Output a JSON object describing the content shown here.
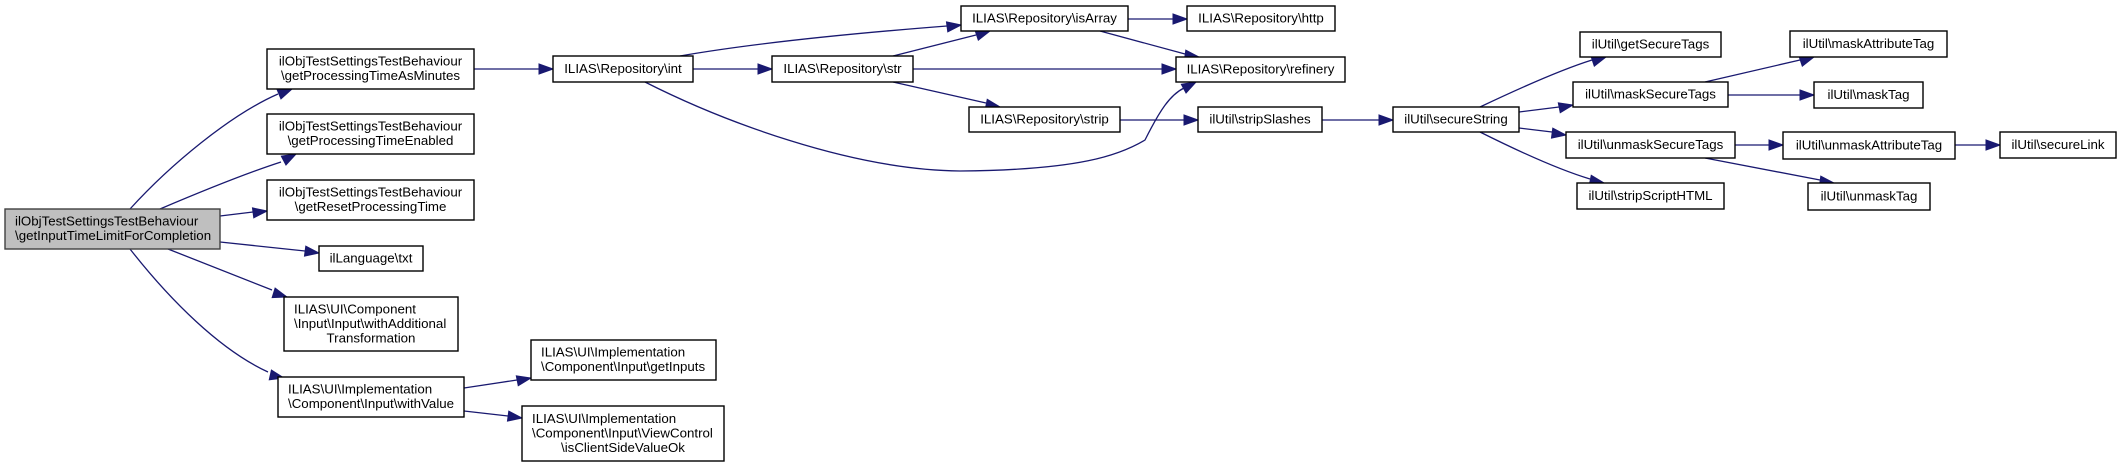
{
  "title": "Call graph of ilObjTestSettingsTestBehaviour::getInputTimeLimitForCompletion",
  "colors": {
    "edge": "#191970",
    "root_fill": "#bfbfbf",
    "node_fill": "#ffffff",
    "node_border": "#000000"
  },
  "nodes": [
    {
      "id": "root",
      "root": true,
      "lines": [
        "ilObjTestSettingsTestBehaviour",
        "\\getInputTimeLimitForCompletion"
      ],
      "align": "left"
    },
    {
      "id": "getProcessingTimeAsMinutes",
      "lines": [
        "ilObjTestSettingsTestBehaviour",
        "\\getProcessingTimeAsMinutes"
      ]
    },
    {
      "id": "getProcessingTimeEnabled",
      "lines": [
        "ilObjTestSettingsTestBehaviour",
        "\\getProcessingTimeEnabled"
      ]
    },
    {
      "id": "getResetProcessingTime",
      "lines": [
        "ilObjTestSettingsTestBehaviour",
        "\\getResetProcessingTime"
      ]
    },
    {
      "id": "txt",
      "lines": [
        "ilLanguage\\txt"
      ]
    },
    {
      "id": "withAdditionalTransformation",
      "lines": [
        "ILIAS\\UI\\Component",
        "\\Input\\Input\\withAdditional",
        "Transformation"
      ],
      "align": "left-last-center"
    },
    {
      "id": "withValue",
      "lines": [
        "ILIAS\\UI\\Implementation",
        "\\Component\\Input\\withValue"
      ],
      "align": "left"
    },
    {
      "id": "getInputs",
      "lines": [
        "ILIAS\\UI\\Implementation",
        "\\Component\\Input\\getInputs"
      ],
      "align": "left"
    },
    {
      "id": "isClientSideValueOk",
      "lines": [
        "ILIAS\\UI\\Implementation",
        "\\Component\\Input\\ViewControl",
        "\\isClientSideValueOk"
      ],
      "align": "left-last-center"
    },
    {
      "id": "int",
      "lines": [
        "ILIAS\\Repository\\int"
      ]
    },
    {
      "id": "str",
      "lines": [
        "ILIAS\\Repository\\str"
      ]
    },
    {
      "id": "isArray",
      "lines": [
        "ILIAS\\Repository\\isArray"
      ]
    },
    {
      "id": "http",
      "lines": [
        "ILIAS\\Repository\\http"
      ]
    },
    {
      "id": "refinery",
      "lines": [
        "ILIAS\\Repository\\refinery"
      ]
    },
    {
      "id": "strip",
      "lines": [
        "ILIAS\\Repository\\strip"
      ]
    },
    {
      "id": "stripSlashes",
      "lines": [
        "ilUtil\\stripSlashes"
      ]
    },
    {
      "id": "secureString",
      "lines": [
        "ilUtil\\secureString"
      ]
    },
    {
      "id": "getSecureTags",
      "lines": [
        "ilUtil\\getSecureTags"
      ]
    },
    {
      "id": "maskSecureTags",
      "lines": [
        "ilUtil\\maskSecureTags"
      ]
    },
    {
      "id": "unmaskSecureTags",
      "lines": [
        "ilUtil\\unmaskSecureTags"
      ]
    },
    {
      "id": "stripScriptHTML",
      "lines": [
        "ilUtil\\stripScriptHTML"
      ]
    },
    {
      "id": "maskAttributeTag",
      "lines": [
        "ilUtil\\maskAttributeTag"
      ]
    },
    {
      "id": "maskTag",
      "lines": [
        "ilUtil\\maskTag"
      ]
    },
    {
      "id": "unmaskAttributeTag",
      "lines": [
        "ilUtil\\unmaskAttributeTag"
      ]
    },
    {
      "id": "secureLink",
      "lines": [
        "ilUtil\\secureLink"
      ]
    },
    {
      "id": "unmaskTag",
      "lines": [
        "ilUtil\\unmaskTag"
      ]
    }
  ],
  "edges": [
    {
      "from": "root",
      "to": "getProcessingTimeAsMinutes"
    },
    {
      "from": "root",
      "to": "getProcessingTimeEnabled"
    },
    {
      "from": "root",
      "to": "getResetProcessingTime"
    },
    {
      "from": "root",
      "to": "txt"
    },
    {
      "from": "root",
      "to": "withAdditionalTransformation"
    },
    {
      "from": "root",
      "to": "withValue"
    },
    {
      "from": "getProcessingTimeAsMinutes",
      "to": "int"
    },
    {
      "from": "int",
      "to": "isArray"
    },
    {
      "from": "int",
      "to": "str"
    },
    {
      "from": "int",
      "to": "refinery"
    },
    {
      "from": "str",
      "to": "isArray"
    },
    {
      "from": "str",
      "to": "refinery"
    },
    {
      "from": "str",
      "to": "strip"
    },
    {
      "from": "isArray",
      "to": "http"
    },
    {
      "from": "isArray",
      "to": "refinery"
    },
    {
      "from": "strip",
      "to": "stripSlashes"
    },
    {
      "from": "stripSlashes",
      "to": "secureString"
    },
    {
      "from": "secureString",
      "to": "getSecureTags"
    },
    {
      "from": "secureString",
      "to": "maskSecureTags"
    },
    {
      "from": "secureString",
      "to": "unmaskSecureTags"
    },
    {
      "from": "secureString",
      "to": "stripScriptHTML"
    },
    {
      "from": "maskSecureTags",
      "to": "maskAttributeTag"
    },
    {
      "from": "maskSecureTags",
      "to": "maskTag"
    },
    {
      "from": "unmaskSecureTags",
      "to": "unmaskAttributeTag"
    },
    {
      "from": "unmaskSecureTags",
      "to": "unmaskTag"
    },
    {
      "from": "unmaskAttributeTag",
      "to": "secureLink"
    },
    {
      "from": "withValue",
      "to": "getInputs"
    },
    {
      "from": "withValue",
      "to": "isClientSideValueOk"
    }
  ]
}
